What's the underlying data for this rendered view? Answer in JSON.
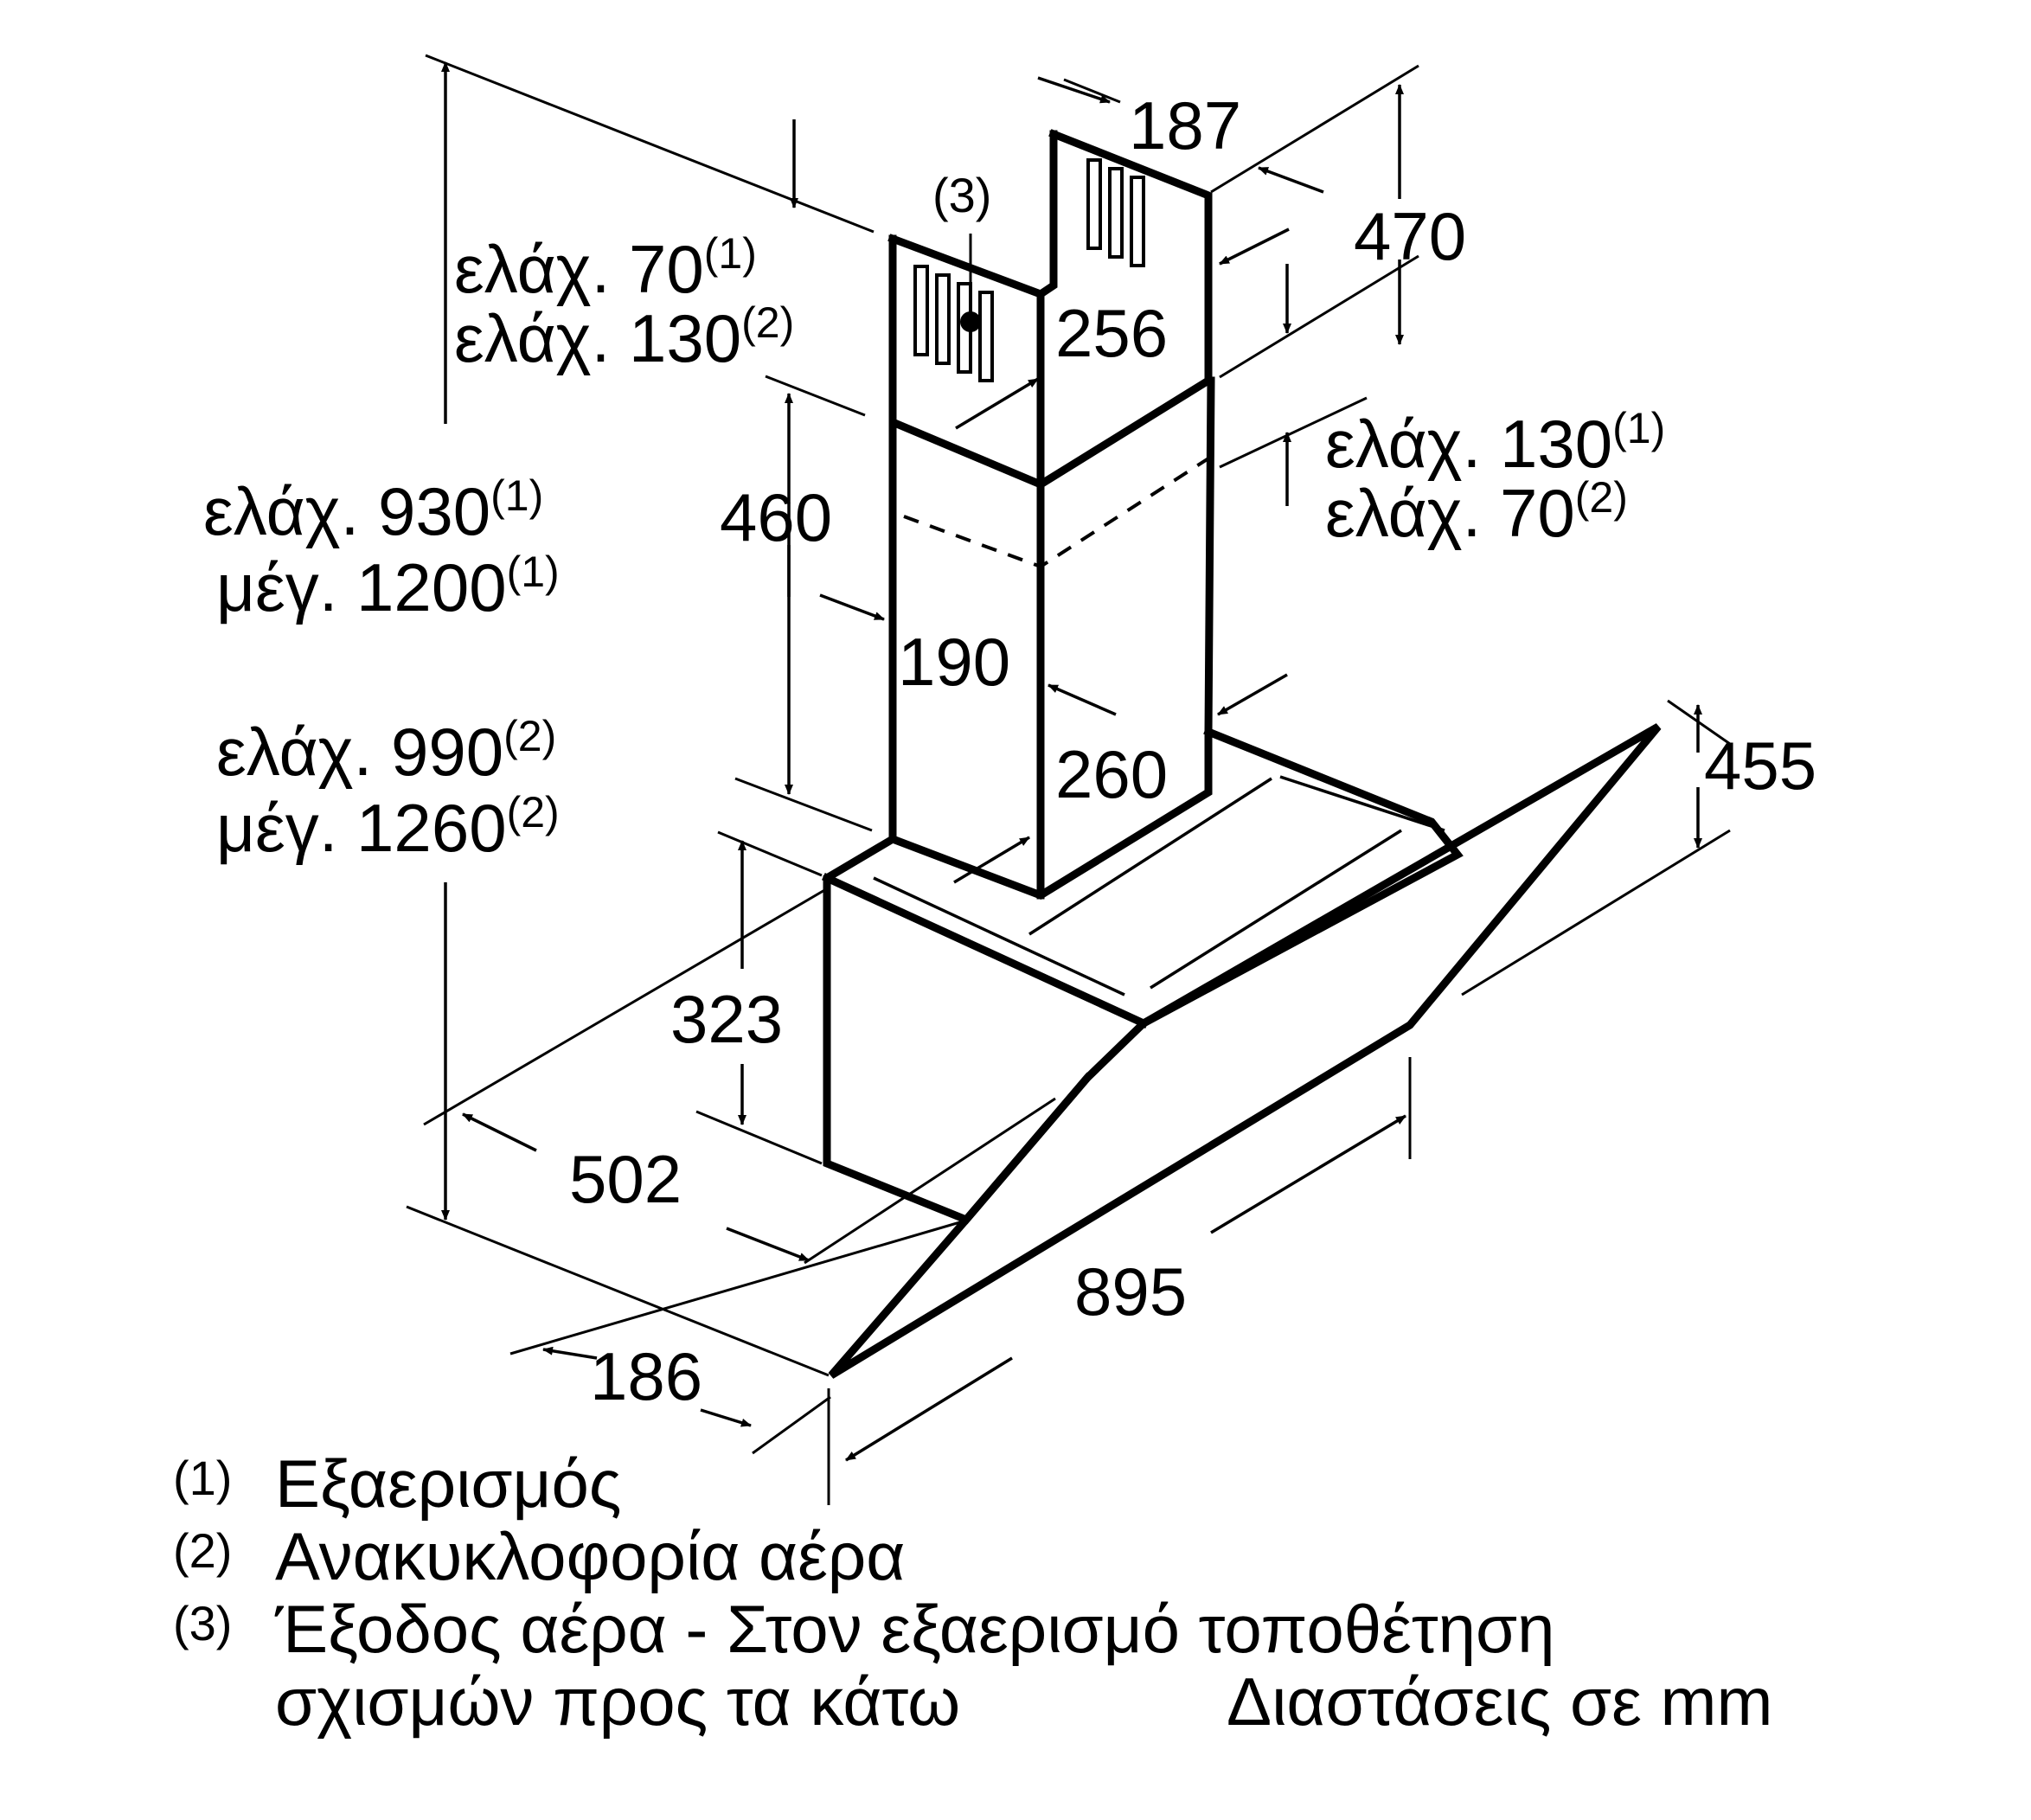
{
  "dimensions": {
    "d187": "187",
    "d470": "470",
    "d256": "256",
    "d460": "460",
    "d190": "190",
    "d260": "260",
    "d455": "455",
    "d323": "323",
    "d502": "502",
    "d895": "895",
    "d186": "186"
  },
  "callouts": {
    "outlet_marker": "(3)",
    "top_left_min_1": {
      "text": "ελάχ. 70",
      "sup": "(1)"
    },
    "top_left_min_2": {
      "text": "ελάχ. 130",
      "sup": "(2)"
    },
    "right_min_1": {
      "text": "ελάχ. 130",
      "sup": "(1)"
    },
    "right_min_2": {
      "text": "ελάχ. 70",
      "sup": "(2)"
    },
    "height_min_1": {
      "text": "ελάχ. 930",
      "sup": "(1)"
    },
    "height_max_1": {
      "text": "μέγ. 1200",
      "sup": "(1)"
    },
    "height_min_2": {
      "text": "ελάχ. 990",
      "sup": "(2)"
    },
    "height_max_2": {
      "text": "μέγ. 1260",
      "sup": "(2)"
    }
  },
  "legend": [
    {
      "num": "(1)",
      "text": "Εξαερισμός"
    },
    {
      "num": "(2)",
      "text": "Ανακυκλοφορία αέρα"
    },
    {
      "num": "(3)",
      "text": "Έξοδος αέρα - Στον εξαερισμό τοποθέτηση"
    },
    {
      "num": "",
      "text": "σχισμών προς τα κάτω"
    }
  ],
  "units_note": "Διαστάσεις σε mm"
}
